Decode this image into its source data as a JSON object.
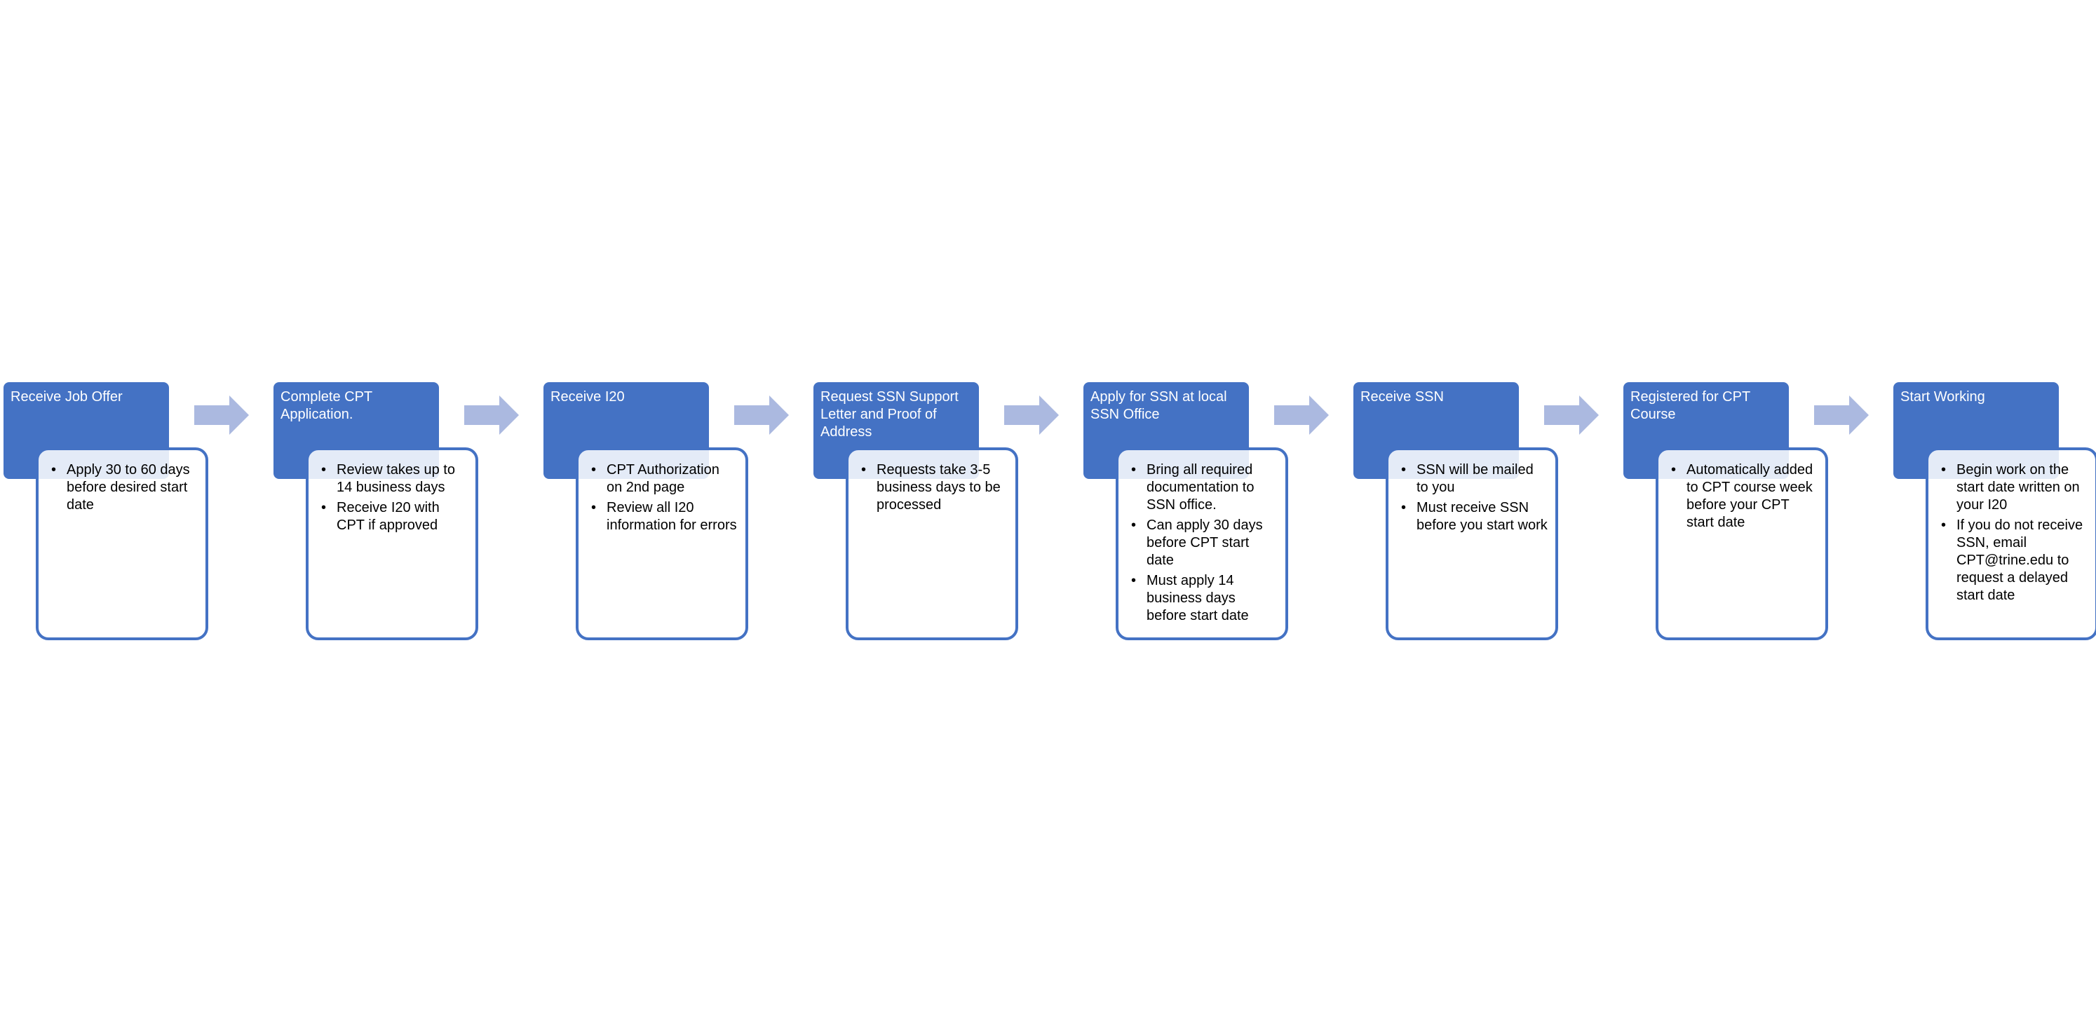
{
  "colors": {
    "step_header": "#4472c4",
    "card_border": "#4472c4",
    "arrow": "#abb9e0",
    "header_text": "#ffffff",
    "body_text": "#000000"
  },
  "steps": [
    {
      "title": "Receive Job Offer",
      "bullets": [
        "Apply 30 to 60 days before desired start date"
      ]
    },
    {
      "title": "Complete CPT Application.",
      "bullets": [
        "Review takes up to 14 business days",
        "Receive I20 with CPT if approved"
      ]
    },
    {
      "title": "Receive I20",
      "bullets": [
        "CPT Authorization on 2nd page",
        "Review all I20 information for errors"
      ]
    },
    {
      "title": "Request SSN Support Letter and Proof of Address",
      "bullets": [
        "Requests take 3-5 business days to be processed"
      ]
    },
    {
      "title": "Apply for SSN at local SSN Office",
      "bullets": [
        "Bring all required documentation to SSN office.",
        "Can apply 30 days before CPT start date",
        "Must apply 14 business days before start date"
      ]
    },
    {
      "title": "Receive SSN",
      "bullets": [
        "SSN will be mailed to you",
        "Must receive SSN before you start work"
      ]
    },
    {
      "title": "Registered for CPT Course",
      "bullets": [
        "Automatically added to CPT course week before your CPT start date"
      ]
    },
    {
      "title": "Start Working",
      "bullets": [
        "Begin work on the start date written on your I20",
        "If you do not receive SSN, email CPT@trine.edu to request a delayed start date"
      ]
    }
  ]
}
